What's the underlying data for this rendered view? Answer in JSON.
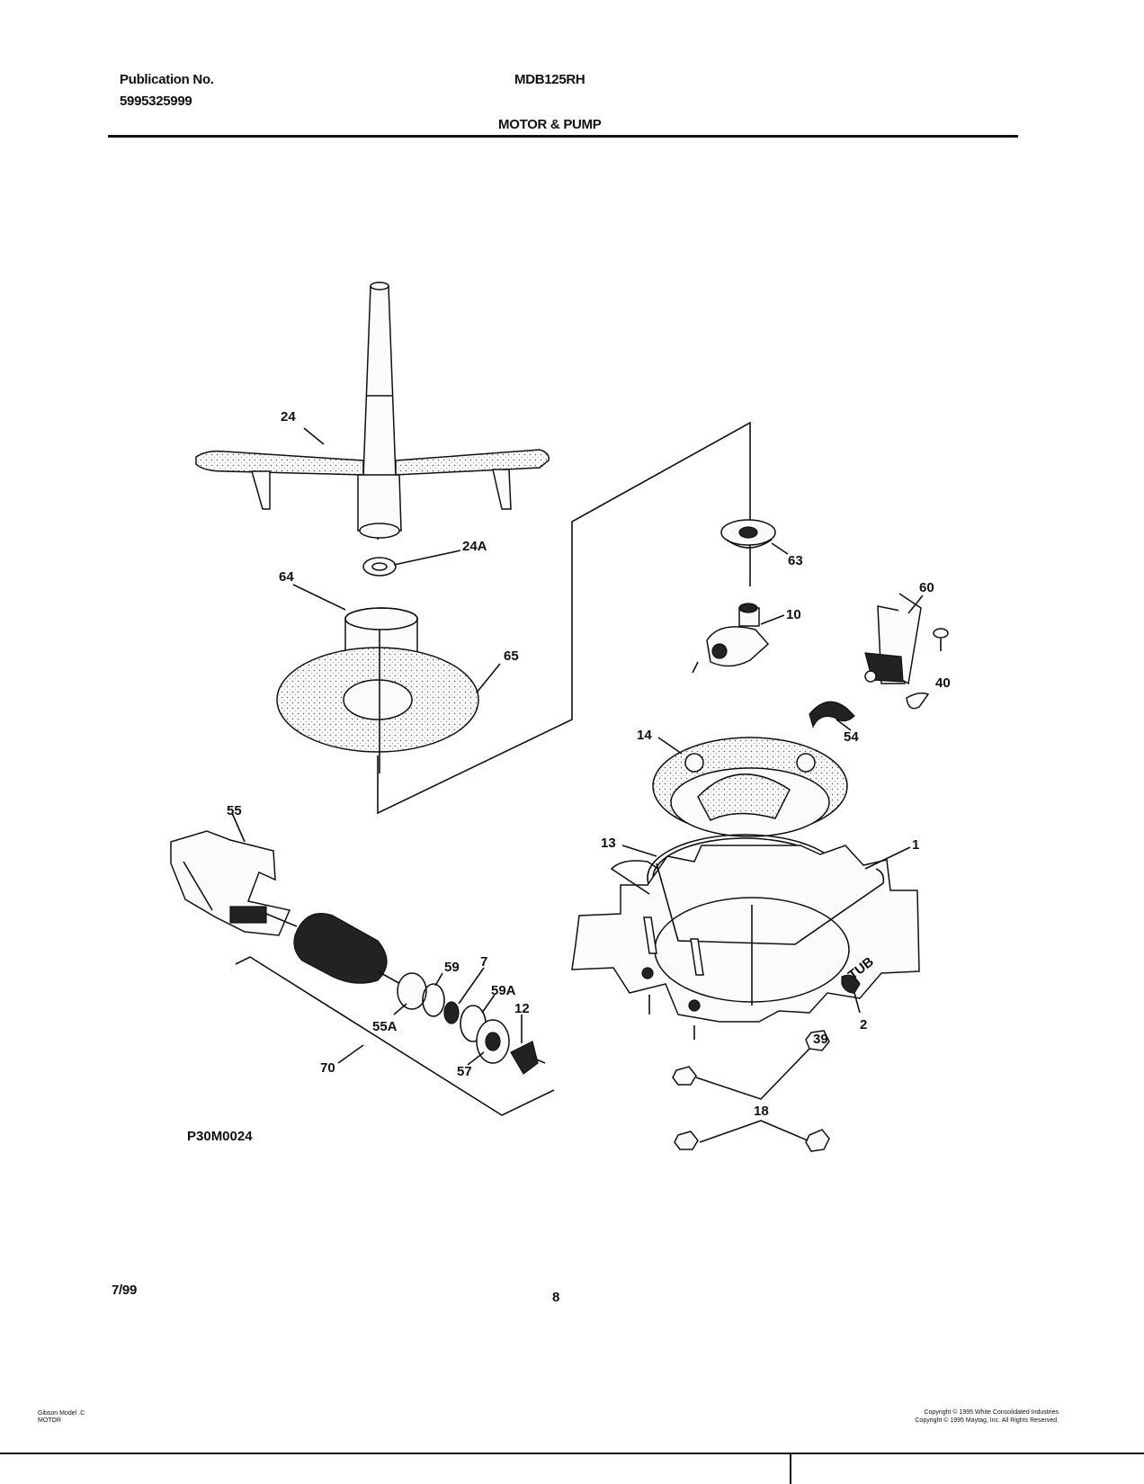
{
  "header": {
    "publication_label": "Publication No.",
    "publication_number": "5995325999",
    "model": "MDB125RH",
    "section_title": "MOTOR & PUMP"
  },
  "diagram": {
    "code": "P30M0024",
    "tub_label": "TUB",
    "callouts": {
      "c24": "24",
      "c24A": "24A",
      "c64": "64",
      "c65": "65",
      "c63": "63",
      "c10": "10",
      "c60": "60",
      "c40": "40",
      "c54": "54",
      "c14": "14",
      "c13": "13",
      "c1": "1",
      "c2": "2",
      "c39": "39",
      "c18": "18",
      "c55": "55",
      "c59": "59",
      "c7": "7",
      "c59A": "59A",
      "c12": "12",
      "c55A": "55A",
      "c57": "57",
      "c70": "70"
    }
  },
  "footer": {
    "date": "7/99",
    "page": "8",
    "model_ref_line1": "Gibson Model .C",
    "model_ref_line2": "MOTOR",
    "copyright_line1": "Copyright © 1995 White Consolidated Industries",
    "copyright_line2": "Copyright © 1995 Maytag, Inc.   All Rights Reserved."
  }
}
